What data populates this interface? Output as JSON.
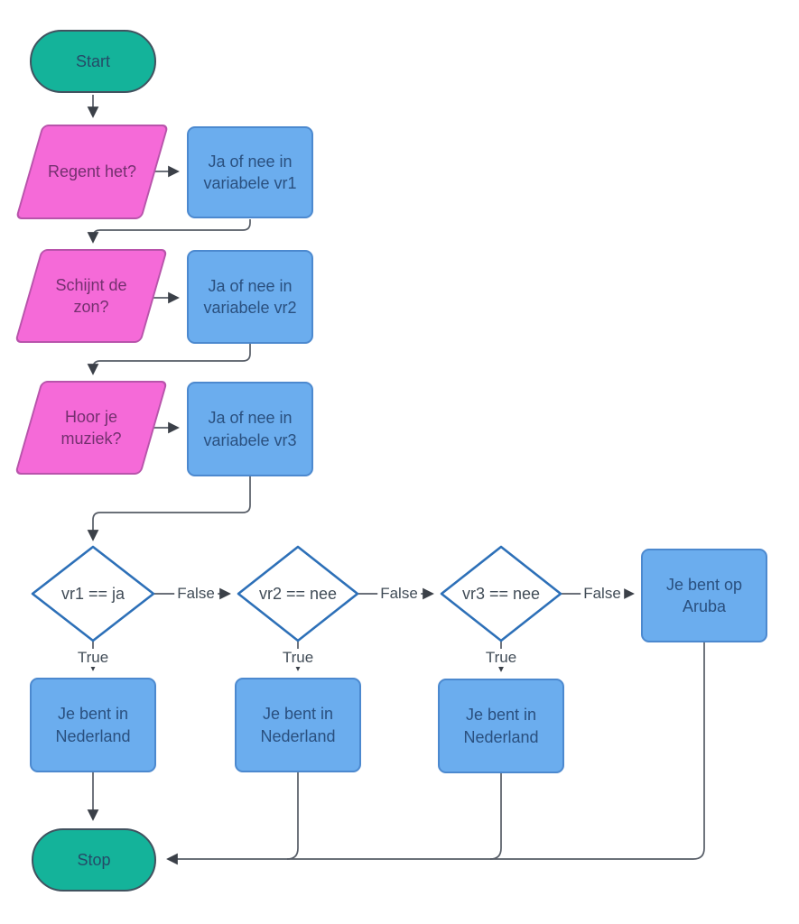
{
  "diagram": {
    "type": "flowchart",
    "nodes": {
      "start": {
        "label": "Start",
        "shape": "terminator"
      },
      "q1": {
        "label": "Regent het?",
        "shape": "parallelogram"
      },
      "p1": {
        "label": "Ja of nee in variabele vr1",
        "shape": "process"
      },
      "q2": {
        "label": "Schijnt de zon?",
        "shape": "parallelogram"
      },
      "p2": {
        "label": "Ja of nee in variabele vr2",
        "shape": "process"
      },
      "q3": {
        "label": "Hoor je muziek?",
        "shape": "parallelogram"
      },
      "p3": {
        "label": "Ja of nee in variabele vr3",
        "shape": "process"
      },
      "d1": {
        "label": "vr1 == ja",
        "shape": "decision"
      },
      "d2": {
        "label": "vr2 == nee",
        "shape": "decision"
      },
      "d3": {
        "label": "vr3 == nee",
        "shape": "decision"
      },
      "r1": {
        "label": "Je bent in Nederland",
        "shape": "process"
      },
      "r2": {
        "label": "Je bent in Nederland",
        "shape": "process"
      },
      "r3": {
        "label": "Je bent in Nederland",
        "shape": "process"
      },
      "aruba": {
        "label": "Je bent op Aruba",
        "shape": "process"
      },
      "stop": {
        "label": "Stop",
        "shape": "terminator"
      }
    },
    "edge_labels": {
      "d1_false": "False",
      "d2_false": "False",
      "d3_false": "False",
      "d1_true": "True",
      "d2_true": "True",
      "d3_true": "True"
    },
    "colors": {
      "terminator_fill": "#14b39a",
      "input_fill": "#f56ad8",
      "process_fill": "#6badee",
      "process_border": "#4c89cf",
      "decision_stroke": "#2d70b8",
      "connector": "#565c66",
      "arrowhead": "#3b4048"
    }
  }
}
